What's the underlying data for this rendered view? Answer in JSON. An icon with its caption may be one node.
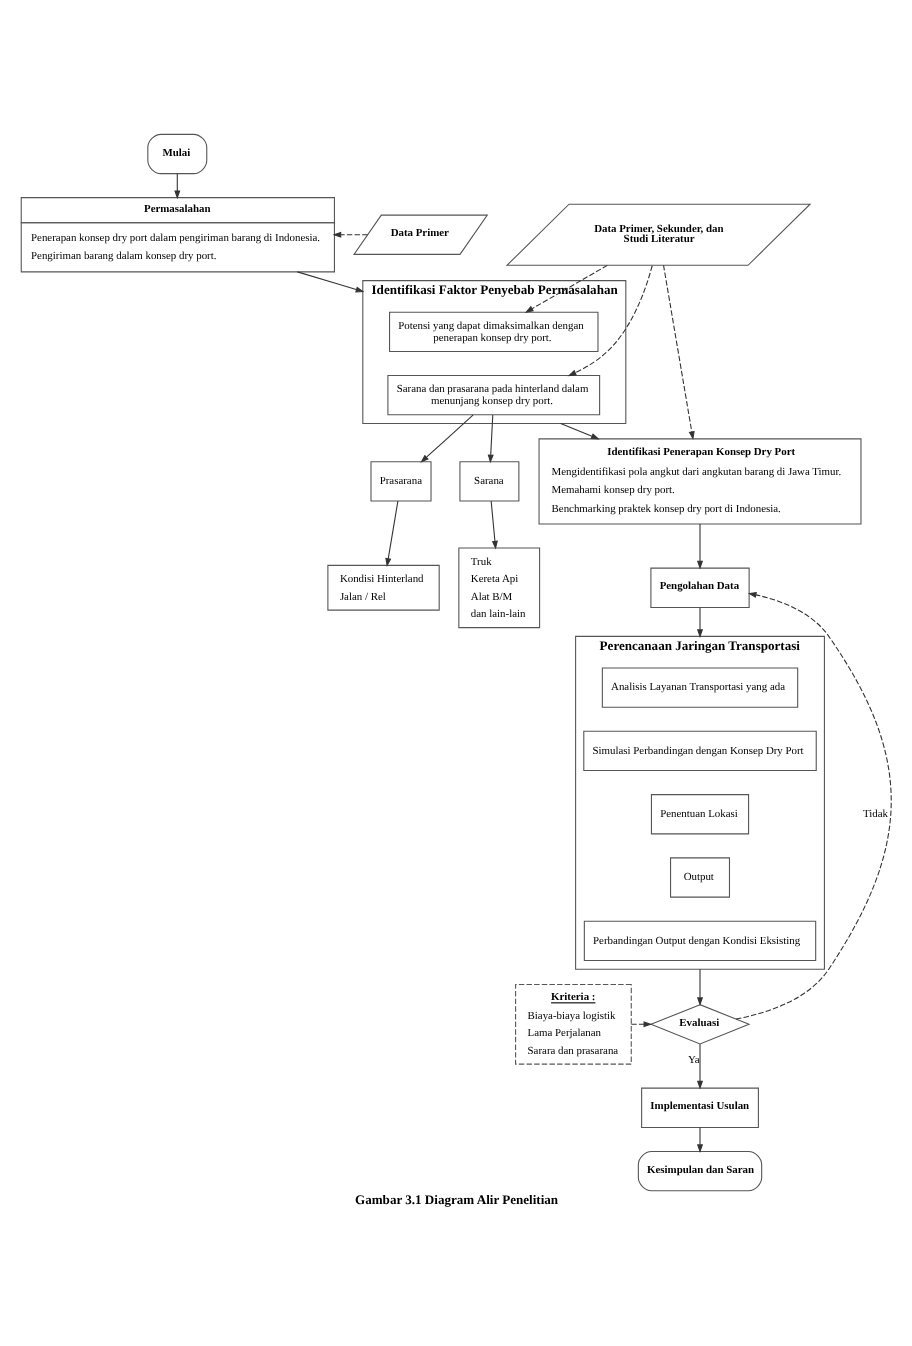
{
  "diagram": {
    "caption": "Gambar 3.1 Diagram Alir Penelitian",
    "nodes": [
      {
        "text": [
          "Mulai"
        ]
      },
      {
        "text": [
          "Data Primer"
        ]
      },
      {
        "text": [
          "Permasalahan",
          "Penerapan konsep dry port dalam pengiriman barang di Indonesia.",
          "Pengiriman barang dalam konsep dry port."
        ]
      },
      {
        "text": [
          "Data Primer, Sekunder, dan Studi Literatur"
        ]
      },
      {
        "text": [
          "Identifikasi Faktor Penyebab Permasalahan"
        ]
      },
      {
        "text": [
          "Potensi yang dapat dimaksimalkan dengan penerapan konsep dry port."
        ],
        "in": 4
      },
      {
        "text": [
          "Sarana dan prasarana pada hinterland dalam menunjang konsep dry port."
        ],
        "in": 4
      },
      {
        "text": [
          "Sarana"
        ]
      },
      {
        "text": [
          "Prasarana"
        ]
      },
      {
        "text": [
          "Truk",
          "Kereta Api",
          "Alat B/M",
          "dan lain-lain"
        ]
      },
      {
        "text": [
          "Kondisi Hinterland",
          "Jalan / Rel"
        ]
      },
      {
        "text": [
          "Identifikasi Penerapan Konsep Dry Port",
          "Mengidentifikasi pola angkut dari angkutan barang di Jawa Timur.",
          "Memahami konsep dry port.",
          "Benchmarking praktek konsep dry port di Indonesia."
        ]
      },
      {
        "text": [
          "Pengolahan Data"
        ]
      },
      {
        "text": [
          "Perencanaan Jaringan Transportasi"
        ]
      },
      {
        "text": [
          "Analisis Layanan Transportasi yang ada"
        ],
        "in": 13
      },
      {
        "text": [
          "Simulasi Perbandingan dengan Konsep Dry Port"
        ],
        "in": 13
      },
      {
        "text": [
          "Penentuan Lokasi"
        ],
        "in": 13
      },
      {
        "text": [
          "Output"
        ],
        "in": 13
      },
      {
        "text": [
          "Perbandingan Output dengan Kondisi Eksisting"
        ],
        "in": 13
      },
      {
        "text": [
          "Kriteria :",
          "Biaya-biaya logistik",
          "Lama Perjalanan",
          "Sarara dan prasarana"
        ]
      },
      {
        "text": [
          "Evaluasi"
        ]
      },
      {
        "text": [
          "Implementasi Usulan"
        ]
      },
      {
        "text": [
          "Kesimpulan dan Saran"
        ]
      }
    ],
    "edges": [
      {
        "from": 0,
        "to": 2,
        "arrow": "to"
      },
      {
        "from": 1,
        "to": 2,
        "arrow": "to",
        "style": "dashed"
      },
      {
        "from": 2,
        "to": 4,
        "arrow": "to"
      },
      {
        "from": 3,
        "to": 5,
        "arrow": "to",
        "style": "dashed"
      },
      {
        "from": 3,
        "to": 6,
        "arrow": "to",
        "style": "dashed"
      },
      {
        "from": 3,
        "to": 11,
        "arrow": "to",
        "style": "dashed"
      },
      {
        "from": 6,
        "to": 7,
        "arrow": "to"
      },
      {
        "from": 6,
        "to": 8,
        "arrow": "to"
      },
      {
        "from": 7,
        "to": 9,
        "arrow": "to"
      },
      {
        "from": 8,
        "to": 10,
        "arrow": "to"
      },
      {
        "from": 4,
        "to": 11,
        "arrow": "to"
      },
      {
        "from": 11,
        "to": 12,
        "arrow": "to"
      },
      {
        "from": 12,
        "to": 13,
        "arrow": "to"
      },
      {
        "from": 13,
        "to": 20,
        "arrow": "to"
      },
      {
        "from": 19,
        "to": 20,
        "arrow": "to",
        "style": "dashed"
      },
      {
        "from": 20,
        "to": 12,
        "arrow": "to",
        "style": "dashed",
        "label": "Tidak"
      },
      {
        "from": 20,
        "to": 21,
        "arrow": "to",
        "label": "Ya"
      },
      {
        "from": 21,
        "to": 22,
        "arrow": "to"
      }
    ]
  }
}
